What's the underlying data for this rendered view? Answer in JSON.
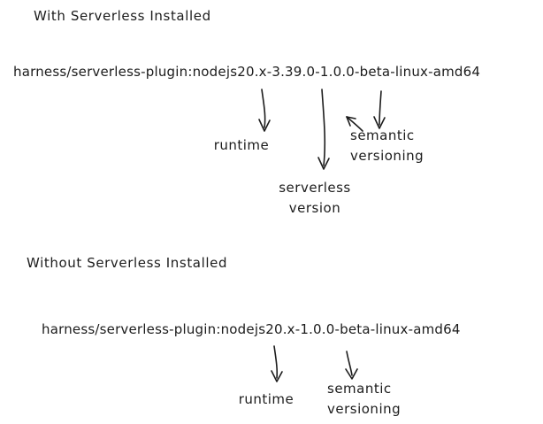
{
  "with_serverless": {
    "heading": "With Serverless Installed",
    "tag": "harness/serverless-plugin:nodejs20.x-3.39.0-1.0.0-beta-linux-amd64",
    "label_runtime": "runtime",
    "label_serverless_version": "serverless\nversion",
    "label_semantic_versioning": "semantic\nversioning"
  },
  "without_serverless": {
    "heading": "Without Serverless Installed",
    "tag": "harness/serverless-plugin:nodejs20.x-1.0.0-beta-linux-amd64",
    "label_runtime": "runtime",
    "label_semantic_versioning": "semantic\nversioning"
  },
  "colors": {
    "ink": "#1c1c1c",
    "background": "#ffffff"
  }
}
